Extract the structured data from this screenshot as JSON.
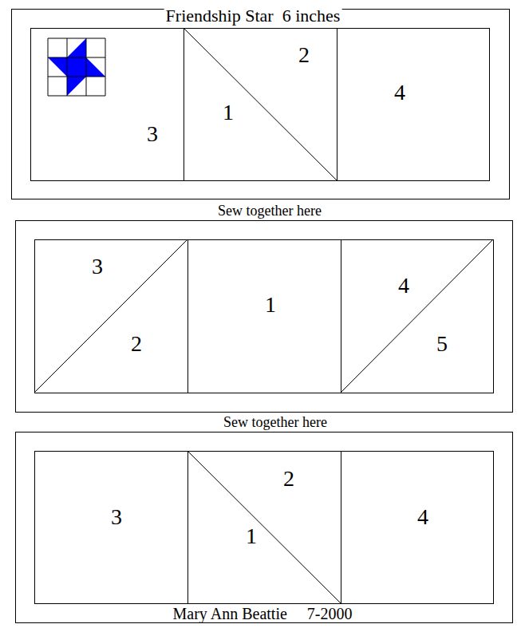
{
  "diagram": {
    "title": "Friendship Star  6 inches",
    "caption": "Mary Ann Beattie     7-2000",
    "nodes": [
      {
        "text": [
          "3"
        ]
      },
      {
        "text": [
          "1",
          "2"
        ]
      },
      {
        "text": [
          "4"
        ]
      },
      {
        "text": [
          "3",
          "2"
        ]
      },
      {
        "text": [
          "1"
        ]
      },
      {
        "text": [
          "4",
          "5"
        ]
      },
      {
        "text": [
          "3"
        ]
      },
      {
        "text": [
          "1",
          "2"
        ]
      },
      {
        "text": [
          "4"
        ]
      }
    ],
    "labels": [
      "Sew together here",
      "Sew together here"
    ]
  }
}
